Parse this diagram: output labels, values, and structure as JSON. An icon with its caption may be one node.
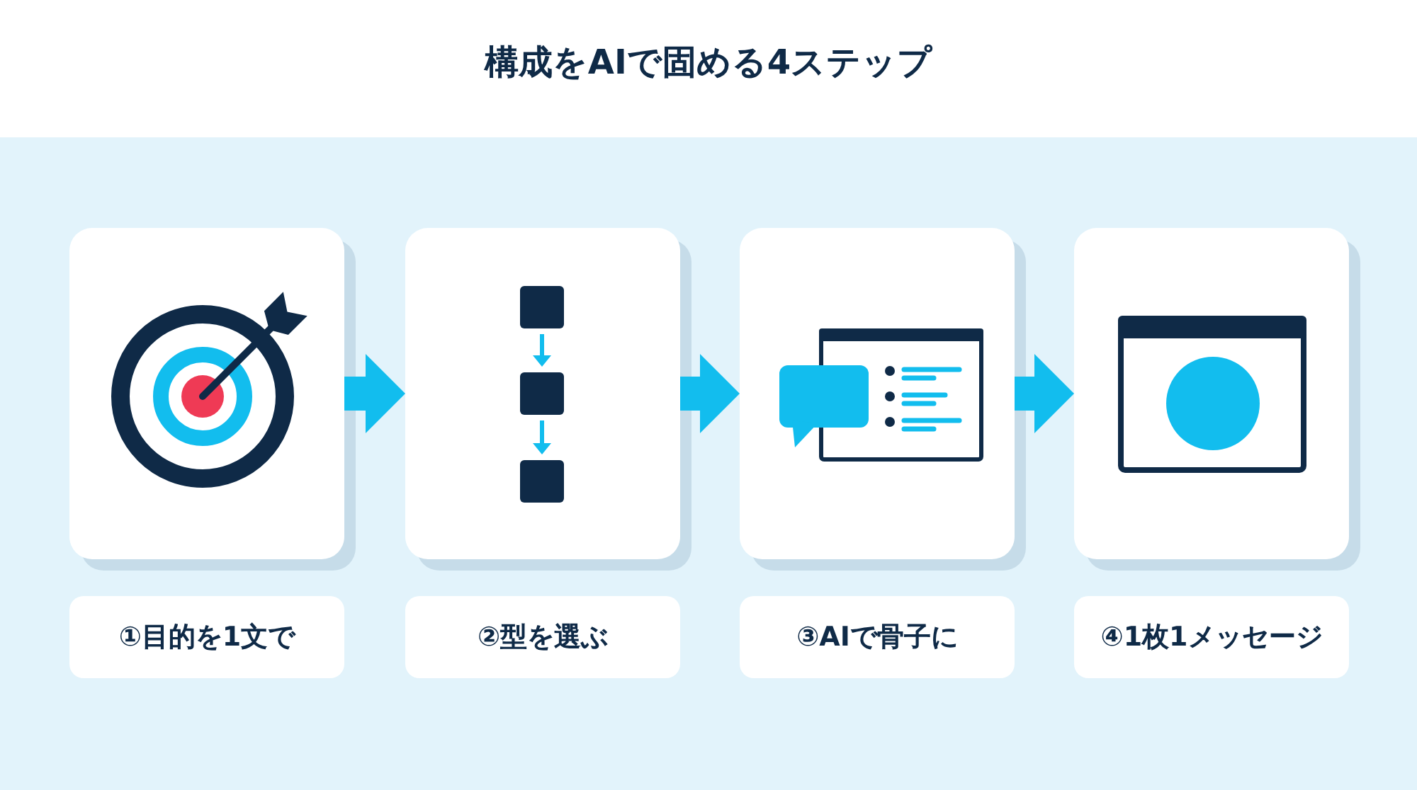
{
  "diagram": {
    "title": "構成をAIで固める**4ステップ**",
    "nodes": [
      {
        "text": [],
        "shape": "picture"
      },
      {
        "text": [],
        "shape": "picture"
      },
      {
        "text": [],
        "shape": "picture"
      },
      {
        "text": [],
        "shape": "picture"
      },
      {
        "text": [
          "①目的を1文で"
        ]
      },
      {
        "text": [
          "②型を選ぶ"
        ]
      },
      {
        "text": [
          "③AIで骨子に"
        ]
      },
      {
        "text": [
          "④1枚1メッセージ"
        ]
      }
    ],
    "edges": [
      {
        "from": 0,
        "to": 1,
        "arrow": "to"
      },
      {
        "from": 1,
        "to": 2,
        "arrow": "to"
      },
      {
        "from": 2,
        "to": 3,
        "arrow": "to"
      }
    ]
  }
}
